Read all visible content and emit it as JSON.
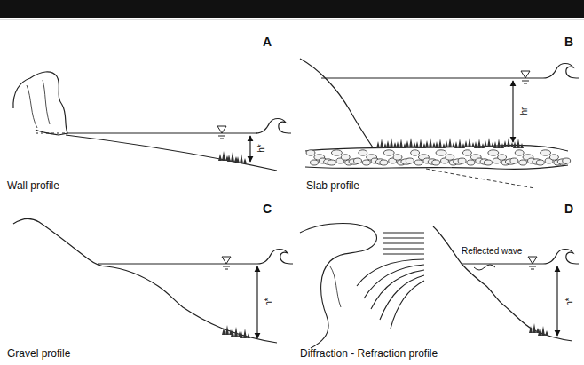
{
  "diagram": {
    "labels": [
      "A",
      "h*",
      "Wall profile",
      "B",
      "hr",
      "Slab profile",
      "C",
      "h*",
      "Gravel profile",
      "D",
      "Reflected wave",
      "h*",
      "Diffraction - Refraction profile"
    ]
  }
}
